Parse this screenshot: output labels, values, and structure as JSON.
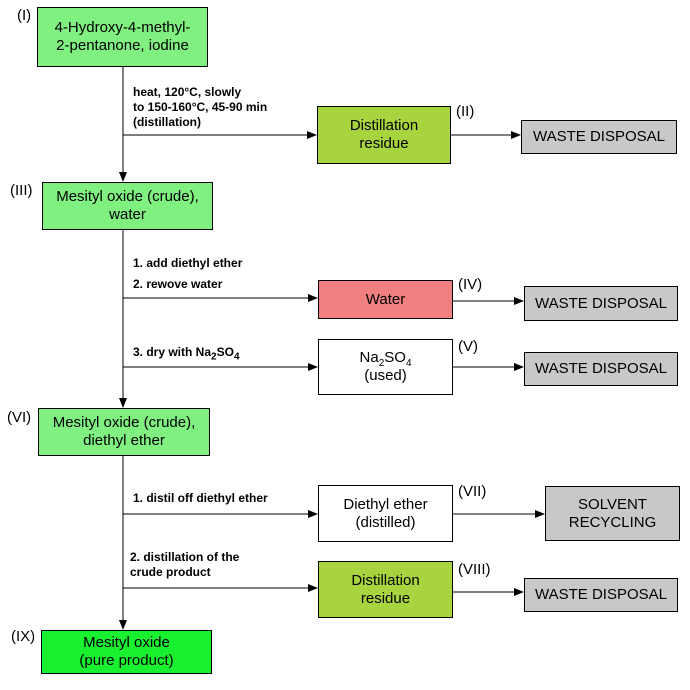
{
  "nodes": {
    "n1": {
      "id": "(I)",
      "text": "4-Hydroxy-4-methyl-\n2-pentanone, iodine"
    },
    "n2": {
      "id": "(II)",
      "text": "Distillation\nresidue"
    },
    "w2": {
      "text": "WASTE DISPOSAL"
    },
    "n3": {
      "id": "(III)",
      "text": "Mesityl oxide (crude),\nwater"
    },
    "n4": {
      "id": "(IV)",
      "text": "Water"
    },
    "w4": {
      "text": "WASTE DISPOSAL"
    },
    "n5": {
      "id": "(V)",
      "text_main": "Na",
      "text_sub1": "2",
      "text_mid": "SO",
      "text_sub2": "4",
      "text_line2": "(used)"
    },
    "w5": {
      "text": "WASTE DISPOSAL"
    },
    "n6": {
      "id": "(VI)",
      "text": "Mesityl oxide (crude),\ndiethyl ether"
    },
    "n7": {
      "id": "(VII)",
      "text": "Diethyl ether\n(distilled)"
    },
    "r7": {
      "text": "SOLVENT\nRECYCLING"
    },
    "n8": {
      "id": "(VIII)",
      "text": "Distillation\nresidue"
    },
    "w8": {
      "text": "WASTE DISPOSAL"
    },
    "n9": {
      "id": "(IX)",
      "text": "Mesityl oxide\n(pure product)"
    }
  },
  "steps": {
    "s1": "heat, 120°C, slowly\nto 150-160°C, 45-90 min\n(distillation)",
    "s2a": "1. add diethyl ether",
    "s2b": "2. rewove water",
    "s2c_pre": "3. dry with Na",
    "s2c_sub1": "2",
    "s2c_mid": "SO",
    "s2c_sub2": "4",
    "s3a": "1. distil off diethyl ether",
    "s3b": "2. distillation of the\n    crude product"
  }
}
